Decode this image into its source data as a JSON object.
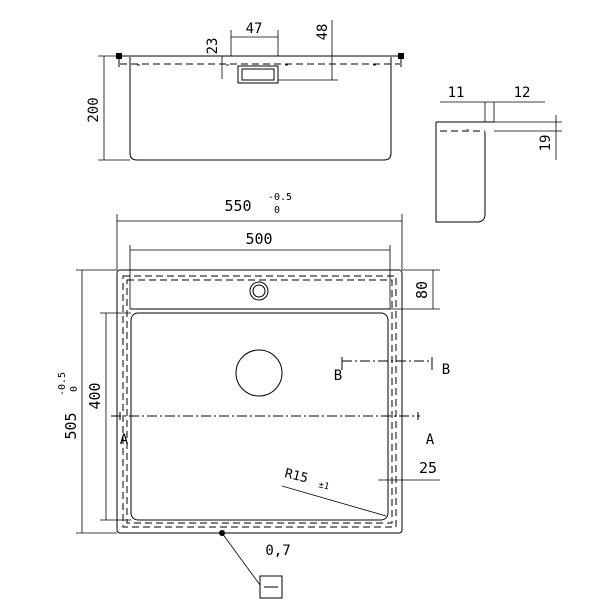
{
  "dimensions": {
    "top_width_47": "47",
    "top_height_23": "23",
    "top_height_48": "48",
    "side_height_200": "200",
    "detail_11": "11",
    "detail_12": "12",
    "detail_19": "19",
    "overall_width_main": "550",
    "overall_width_tol_upper": "-0.5",
    "overall_width_tol_lower": "0",
    "inner_width_500": "500",
    "overall_height_main": "505",
    "overall_height_tol_upper": "-0.5",
    "overall_height_tol_lower": "0",
    "inner_height_400": "400",
    "shelf_80": "80",
    "edge_25": "25",
    "radius_label": "R15",
    "radius_tol": "±1",
    "thickness_label": "0,7"
  },
  "section_labels": {
    "a_left": "A",
    "a_right": "A",
    "b_left": "B",
    "b_right": "B"
  },
  "symbol": {
    "flatness_box": "flatness-symbol"
  }
}
